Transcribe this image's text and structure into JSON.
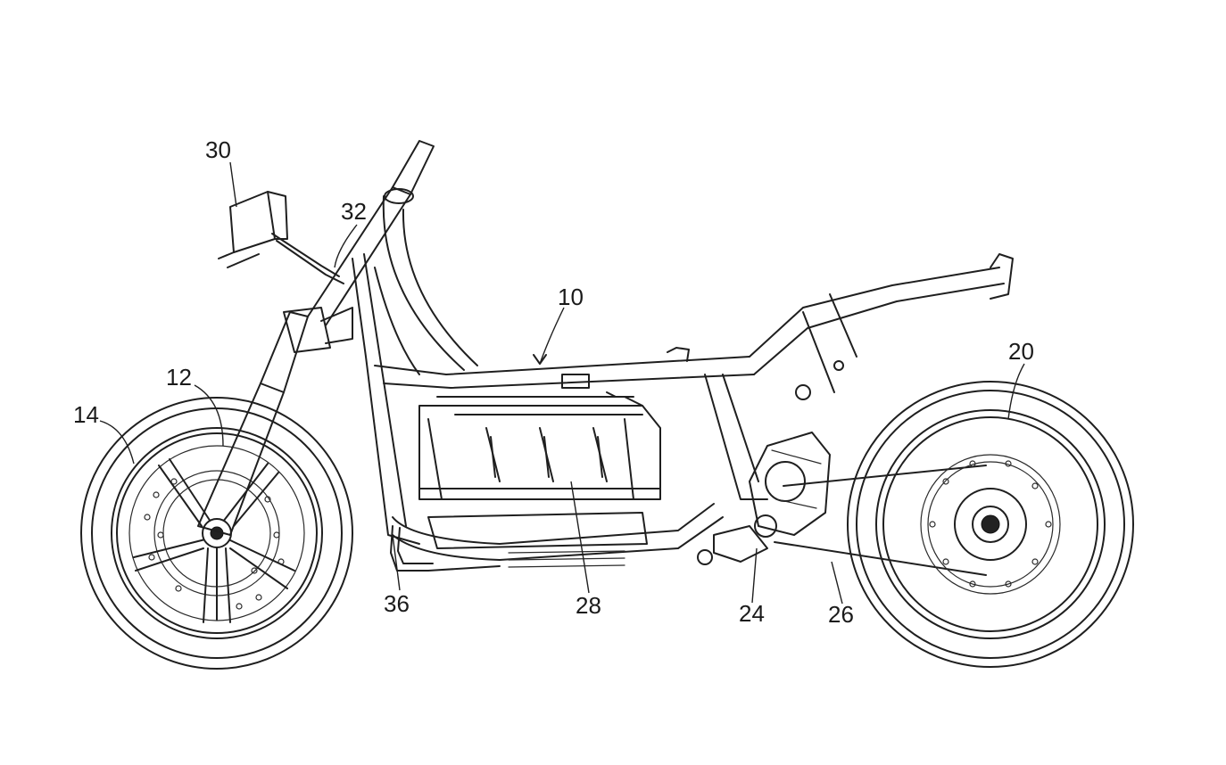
{
  "figure": {
    "labels": {
      "frame": "10",
      "front_fork": "12",
      "front_wheel": "14",
      "rear_wheel": "20",
      "motor": "24",
      "chain": "26",
      "battery": "28",
      "controller": "30",
      "head_pipe": "32",
      "cable": "36"
    }
  },
  "colors": {
    "line": "#1f1f1f",
    "background": "#ffffff"
  }
}
